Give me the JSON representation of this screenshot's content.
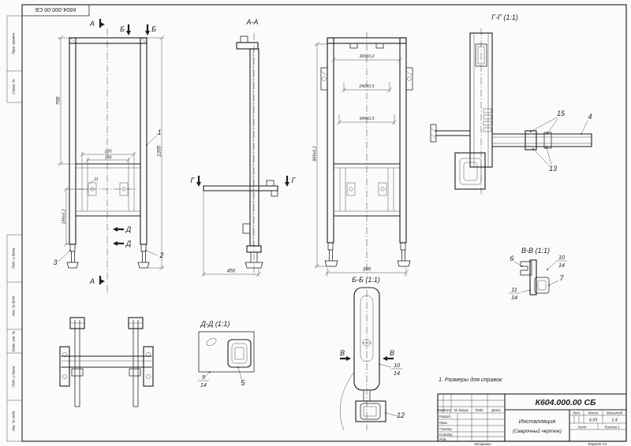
{
  "corner_stamp": "К604.000.00 СБ",
  "note": "1. Размеры для справок",
  "front": {
    "mark_a_top": "А",
    "mark_a_bottom": "А",
    "mark_b_left": "Б",
    "mark_b_right": "Б",
    "mark_d_top": "Д",
    "mark_d_bottom": "Д",
    "dim_700": "700",
    "dim_1205": "1205",
    "dim_220": "220",
    "dim_190": "190",
    "dim_11": "11",
    "dim_185": "185±0,2",
    "callout_1": "1",
    "callout_2": "2",
    "callout_3": "3"
  },
  "aa": {
    "label": "А-А",
    "mark_g_left": "Г",
    "mark_g_right": "Г",
    "dim_450": "450"
  },
  "bb": {
    "label": "Б-Б (1:1)",
    "dim_365": "365±0,2",
    "dim_242": "242±0,5",
    "dim_349": "349±0,5",
    "dim_885": "885±0,2",
    "dim_395": "395"
  },
  "gg": {
    "label": "Г-Г (1:1)",
    "callout_15": "15",
    "callout_4": "4",
    "callout_13": "13"
  },
  "vv": {
    "label": "В-В (1:1)",
    "callout_6": "6",
    "callout_10": "10",
    "callout_14a": "14",
    "callout_7": "7",
    "callout_11": "11",
    "callout_14b": "14"
  },
  "dd": {
    "label": "Д-Д (1:1)",
    "callout_9": "9",
    "callout_14": "14",
    "callout_5": "5"
  },
  "plate": {
    "mark_v_left": "В",
    "mark_v_right": "В",
    "callout_10": "10",
    "callout_14": "14",
    "callout_12": "12"
  },
  "title_block": {
    "doc_number": "К604.000.00 СБ",
    "title_line1": "Инсталляция",
    "title_line2": "(Сварочный чертеж)",
    "h_izm": "Изм.",
    "h_list": "Лист",
    "h_doc": "№ докум.",
    "h_podp": "Подп.",
    "h_data": "Дата",
    "r1": "Разраб.",
    "r2": "Пров.",
    "r3": "Т.контр.",
    "r4": "Н.контр.",
    "r5": "Утв.",
    "lit": "Лит.",
    "mass": "Масса",
    "scale": "Масштаб",
    "mass_value": "6,59",
    "scale_value": "1:4",
    "sheet": "Лист",
    "sheets": "Листов 1",
    "kopiroval": "Копировал",
    "format": "Формат А3"
  },
  "margin": {
    "m_perv": "Перв. примен.",
    "m_sprav": "Справ. №",
    "m_pd1": "Подп. и дата",
    "m_dubl": "Инв. № дубл.",
    "m_vzam": "Взам. инв. №",
    "m_pd2": "Подп. и дата",
    "m_podl": "Инв. № подл."
  }
}
